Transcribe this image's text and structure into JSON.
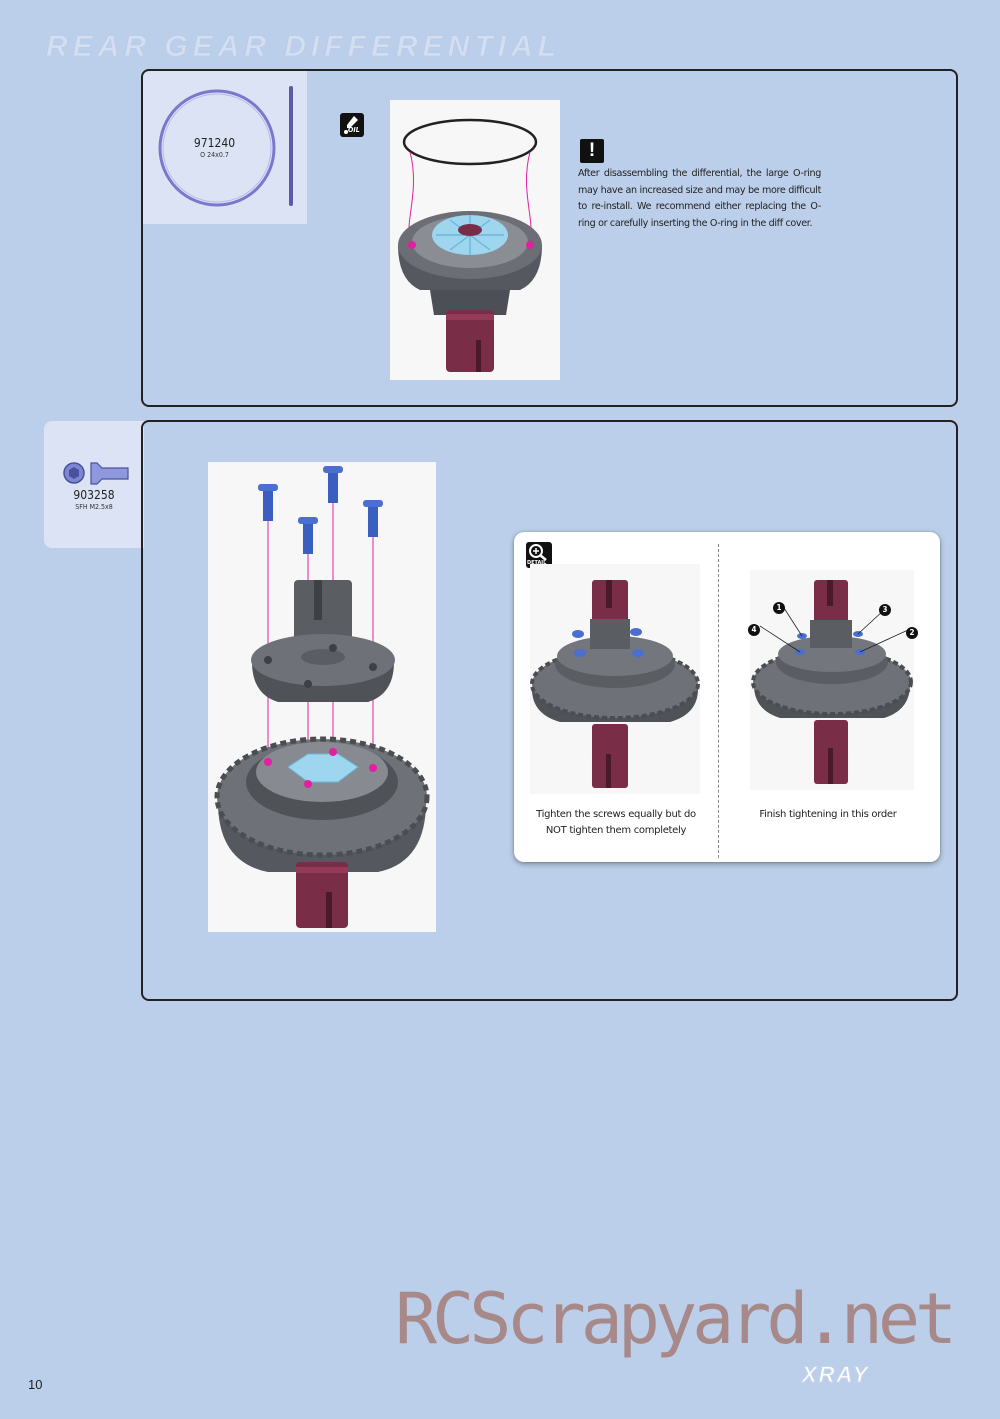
{
  "page": {
    "title": "REAR GEAR DIFFERENTIAL",
    "page_number": "10",
    "brand_logo": "XRAY",
    "watermark": "RCScrapyard.net"
  },
  "step1": {
    "part": {
      "code": "971240",
      "desc": "O 24x0.7"
    },
    "oil_icon": "oil-drop-icon",
    "oil_label": "OIL",
    "warning_icon": "exclamation-icon",
    "note": "After disassembling the differential, the large O-ring may have an increased size and may be more difficult to re-install. We recommend either replacing the O-ring or carefully inserting the O-ring in the diff cover."
  },
  "step2": {
    "part": {
      "code": "903258",
      "desc": "SFH M2.5x8"
    },
    "detail_icon": "magnifier-detail-icon",
    "detail_label": "DETAIL",
    "detail_left_caption": "Tighten the screws equally but do NOT tighten them completely",
    "detail_right_caption": "Finish tightening in this order",
    "order_markers": [
      "1",
      "2",
      "3",
      "4"
    ]
  },
  "colors": {
    "page_bg": "#bccfea",
    "tab_bg": "#dbe3f4",
    "part_gray": "#5a5d62",
    "outdrive": "#7a2d47",
    "screw_blue": "#4466cc",
    "gear_blue": "#8fd0ec",
    "guide_magenta": "#e020a0"
  }
}
